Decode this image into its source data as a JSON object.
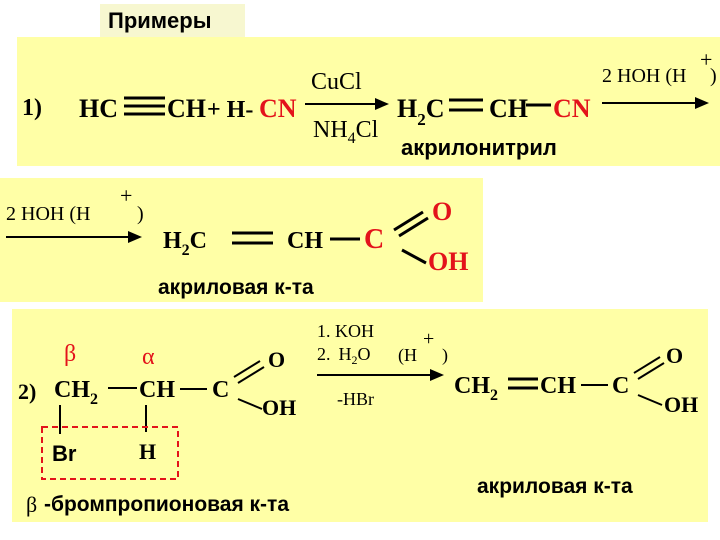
{
  "title": "Примеры",
  "colors": {
    "panel": "#ffffa6",
    "red": "#e3131b",
    "dashed_box": "#e3131b"
  },
  "reaction1": {
    "number": "1)",
    "hc": "HC",
    "ch": "CH",
    "plus_h": "+ H-",
    "cn": "CN",
    "cat_top": "CuCl",
    "cat_bottom_nh": "NH",
    "cat_bottom_4": "4",
    "cat_bottom_cl": "Cl",
    "prod_h": "H",
    "prod_2": "2",
    "prod_c": "C",
    "prod_ch": "CH",
    "prod_cn": "CN",
    "prod_name": "акрилонитрил",
    "next_reagent": "2 HOH (H",
    "plus_sign": "+",
    "close_paren": ")"
  },
  "reaction1b": {
    "reagent": "2  HOH (H",
    "plus_sign": "+",
    "close_paren": ")",
    "h": "H",
    "sub2": "2",
    "c": "C",
    "ch": "CH",
    "c_red": "C",
    "o": "O",
    "oh": "OH",
    "name": "акриловая к-та"
  },
  "reaction2": {
    "number": "2)",
    "beta": "β",
    "alpha": "α",
    "ch": "CH",
    "sub2": "2",
    "ch2": "CH",
    "c": "C",
    "o": "O",
    "oh": "OH",
    "br": "Br",
    "h": "H",
    "cond1": "1.  KOH",
    "cond2": "2.",
    "cond2_h": "H",
    "cond2_sub": "2",
    "cond2_o": "O",
    "cond2_acid": "(H",
    "plus_sign": "+",
    "close_paren": ")",
    "elim": "-HBr",
    "prod_ch": "CH",
    "prod_sub2": "2",
    "prod_ch2": "CH",
    "prod_c": "C",
    "prod_o": "O",
    "prod_oh": "OH",
    "reactant_name_beta": "β",
    "reactant_name": "-бромпропионовая к-та",
    "prod_name": "акриловая  к-та"
  }
}
